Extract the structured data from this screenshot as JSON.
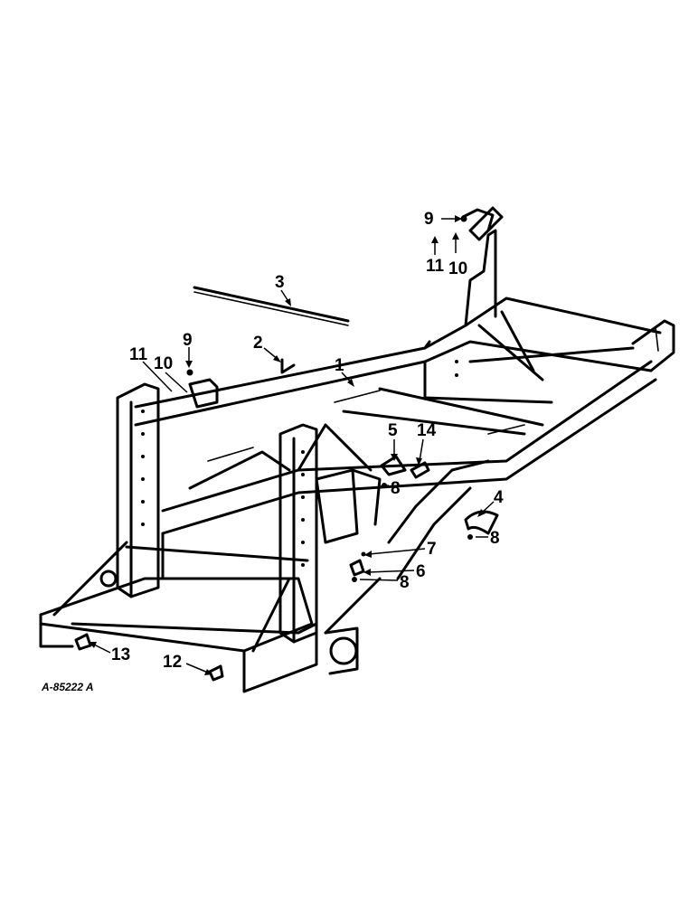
{
  "figure_ref": "A-85222 A",
  "callouts": [
    "1",
    "2",
    "3",
    "4",
    "5",
    "6",
    "7",
    "8",
    "9",
    "10",
    "11",
    "12",
    "13",
    "14"
  ],
  "callout_labels": [
    {
      "text": "1"
    },
    {
      "text": "2"
    },
    {
      "text": "3"
    },
    {
      "text": "4"
    },
    {
      "text": "5"
    },
    {
      "text": "6"
    },
    {
      "text": "7"
    },
    {
      "text": "8"
    },
    {
      "text": "8"
    },
    {
      "text": "8"
    },
    {
      "text": "9"
    },
    {
      "text": "9"
    },
    {
      "text": "10"
    },
    {
      "text": "10"
    },
    {
      "text": "11"
    },
    {
      "text": "11"
    },
    {
      "text": "12"
    },
    {
      "text": "13"
    },
    {
      "text": "14"
    }
  ]
}
